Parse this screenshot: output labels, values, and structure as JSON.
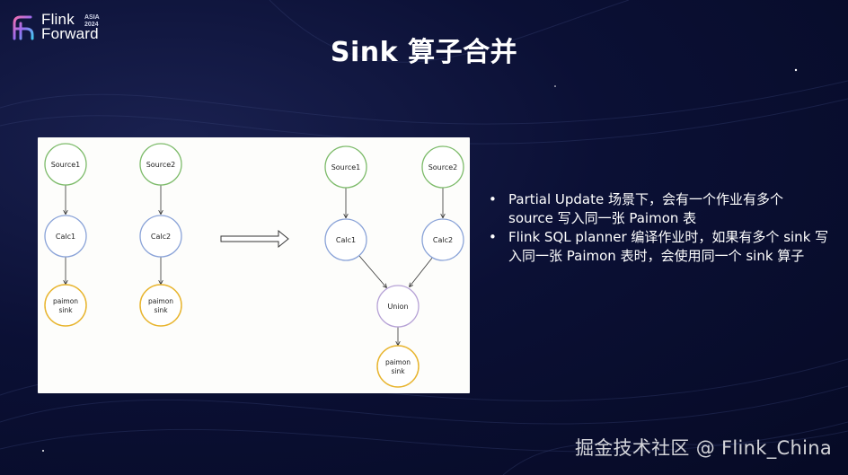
{
  "slide": {
    "title": "Sink 算子合并",
    "logo": {
      "line1": "Flink",
      "line2": "Forward",
      "badge_line1": "ASIA",
      "badge_line2": "2024"
    },
    "diagram": {
      "left_graph": {
        "col1": [
          "Source1",
          "Calc1",
          "paimon sink"
        ],
        "col2": [
          "Source2",
          "Calc2",
          "paimon sink"
        ]
      },
      "right_graph": {
        "source1": "Source1",
        "source2": "Source2",
        "calc1": "Calc1",
        "calc2": "Calc2",
        "union": "Union",
        "sink": "paimon sink"
      }
    },
    "bullets": [
      "Partial Update 场景下，会有一个作业有多个 source 写入同一张 Paimon 表",
      "Flink SQL planner 编译作业时，如果有多个 sink 写入同一张 Paimon 表时，会使用同一个 sink 算子"
    ],
    "watermark": "掘金技术社区 @ Flink_China",
    "colors": {
      "source": "#7dbb6a",
      "calc": "#8aa3d8",
      "sink": "#e8b52f",
      "union": "#b6a2d6"
    }
  }
}
